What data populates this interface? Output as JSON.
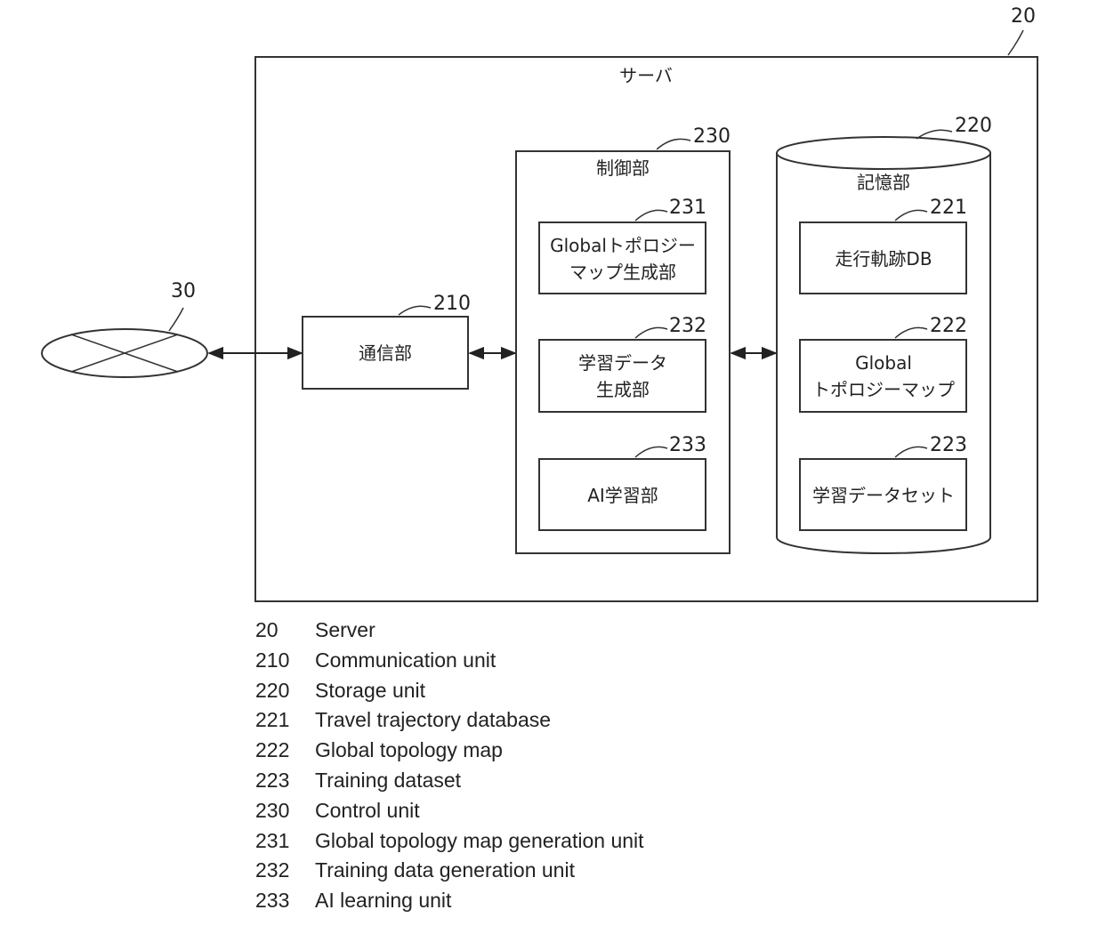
{
  "diagram": {
    "server": {
      "ref": "20",
      "title": "サーバ"
    },
    "network": {
      "ref": "30"
    },
    "comm_unit": {
      "ref": "210",
      "label": "通信部"
    },
    "control_unit": {
      "ref": "230",
      "title": "制御部"
    },
    "topo_gen_unit": {
      "ref": "231",
      "line1": "Globalトポロジー",
      "line2": "マップ生成部"
    },
    "train_data_gen_unit": {
      "ref": "232",
      "line1": "学習データ",
      "line2": "生成部"
    },
    "ai_learning_unit": {
      "ref": "233",
      "label": "AI学習部"
    },
    "storage_unit": {
      "ref": "220",
      "title": "記憶部"
    },
    "trajectory_db": {
      "ref": "221",
      "label": "走行軌跡DB"
    },
    "topology_map": {
      "ref": "222",
      "line1": "Global",
      "line2": "トポロジーマップ"
    },
    "training_dataset": {
      "ref": "223",
      "label": "学習データセット"
    }
  },
  "legend": [
    {
      "num": "20",
      "text": "Server"
    },
    {
      "num": "210",
      "text": "Communication unit"
    },
    {
      "num": "220",
      "text": "Storage unit"
    },
    {
      "num": "221",
      "text": "Travel trajectory database"
    },
    {
      "num": "222",
      "text": "Global topology map"
    },
    {
      "num": "223",
      "text": "Training dataset"
    },
    {
      "num": "230",
      "text": "Control unit"
    },
    {
      "num": "231",
      "text": "Global topology map generation unit"
    },
    {
      "num": "232",
      "text": "Training data generation unit"
    },
    {
      "num": "233",
      "text": "AI learning unit"
    }
  ]
}
